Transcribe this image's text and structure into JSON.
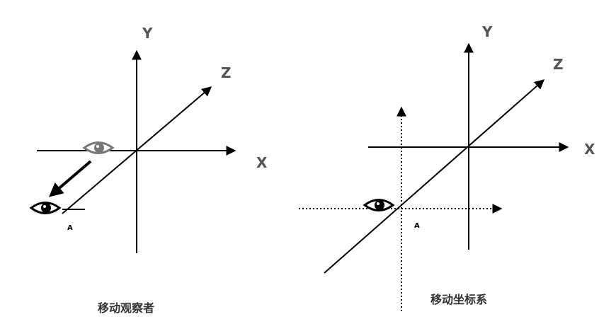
{
  "left_diagram": {
    "axis_x": "X",
    "axis_y": "Y",
    "axis_z": "Z",
    "point": "A",
    "caption": "移动观察者"
  },
  "right_diagram": {
    "axis_x": "X",
    "axis_y": "Y",
    "axis_z": "Z",
    "point": "A",
    "caption": "移动坐标系"
  },
  "colors": {
    "axis_line": "#000000",
    "axis_label": "#555555",
    "eye_original": "#777777",
    "eye_moved": "#000000"
  },
  "icons": [
    "eye-icon",
    "arrow-icon"
  ]
}
